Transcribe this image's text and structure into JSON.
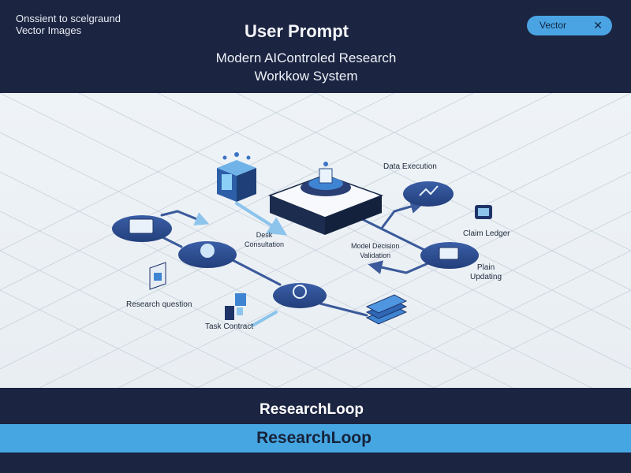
{
  "header": {
    "note_line1": "Onssient to scelgraund",
    "note_line2": "Vector Images",
    "title": "User Prompt",
    "subtitle_line1": "Modern AIControled Research",
    "subtitle_line2": "Workkow System",
    "pill_label": "Vector",
    "pill_close": "✕"
  },
  "diagram": {
    "labels": {
      "data_execution": "Data Execution",
      "claim_ledger": "Claim Ledger",
      "desk_line1": "Desk",
      "desk_line2": "Consultation",
      "model_line1": "Model Decision",
      "model_line2": "Validation",
      "plain_line1": "Plain",
      "plain_line2": "Updating",
      "research_question": "Research question",
      "task_contract": "Task Contract"
    },
    "icons": [
      "server-cube-icon",
      "platform-icon",
      "document-node-icon",
      "circuit-node-icon",
      "target-node-icon",
      "chart-node-icon",
      "ledger-node-icon",
      "card-icon",
      "puzzle-icon",
      "blocks-icon",
      "stacked-layers-icon"
    ],
    "colors": {
      "node": "#2f4f92",
      "node_dark": "#1e3469",
      "arrow": "#3b5a9b",
      "arrow_light": "#8cc4ec",
      "accent": "#4aa3e3",
      "grid": "#c8d1db"
    }
  },
  "footer": {
    "title_dark": "ResearchLoop",
    "title_blue": "ResearchLoop"
  }
}
